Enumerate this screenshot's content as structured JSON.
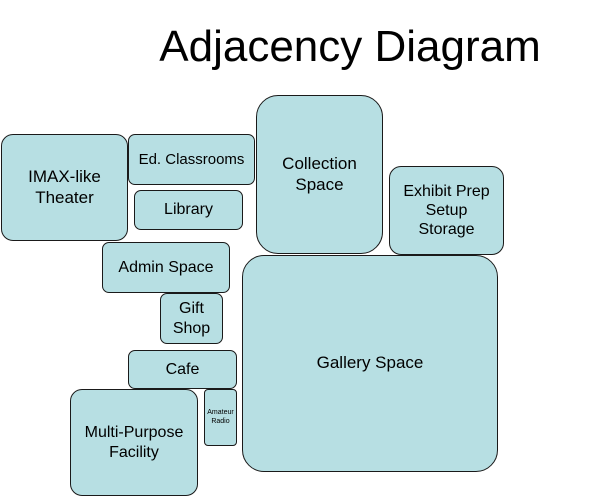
{
  "title": "Adjacency Diagram",
  "colors": {
    "fill": "#b7dfe3",
    "stroke": "#1a1a1a"
  },
  "spaces": {
    "imax": "IMAX-like\nTheater",
    "classrooms": "Ed. Classrooms",
    "library": "Library",
    "collection": "Collection\nSpace",
    "exhibit_prep": "Exhibit Prep\nSetup\nStorage",
    "admin": "Admin Space",
    "gift_shop": "Gift\nShop",
    "gallery": "Gallery Space",
    "cafe": "Cafe",
    "radio": "Amateur\nRadio",
    "multipurpose": "Multi-Purpose\nFacility"
  }
}
